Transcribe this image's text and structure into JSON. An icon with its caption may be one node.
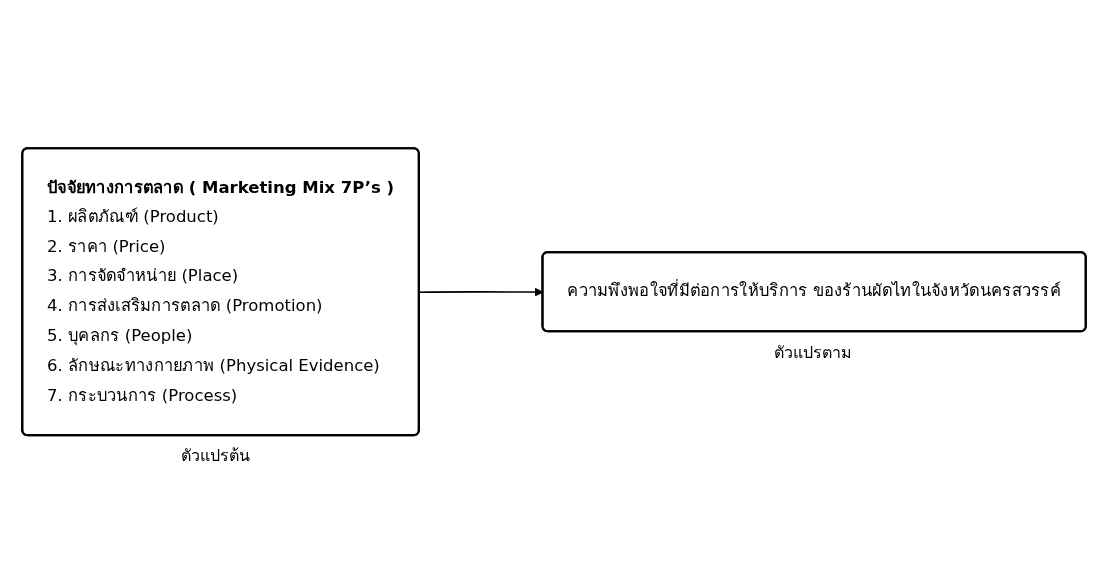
{
  "diagram": {
    "nodes": [
      {
        "text": [
          "ปัจจัยทางการตลาด ( Marketing Mix 7P’s )",
          "1. ผลิตภัณฑ์ (Product)",
          "2. ราคา (Price)",
          "3. การจัดจำหน่าย (Place)",
          "4. การส่งเสริมการตลาด (Promotion)",
          "5. บุคลกร (People)",
          "6. ลักษณะทางกายภาพ (Physical Evidence)",
          "7. กระบวนการ (Process)"
        ],
        "beside": [
          "ตัวแปรต้น"
        ]
      },
      {
        "text": [
          "ความพึงพอใจที่มีต่อการให้บริการ ของร้านผัดไทในจังหวัดนครสวรรค์"
        ],
        "beside": [
          "ตัวแปรตาม"
        ]
      }
    ],
    "edges": [
      {
        "from": 0,
        "to": 1,
        "arrow": "to"
      }
    ]
  }
}
